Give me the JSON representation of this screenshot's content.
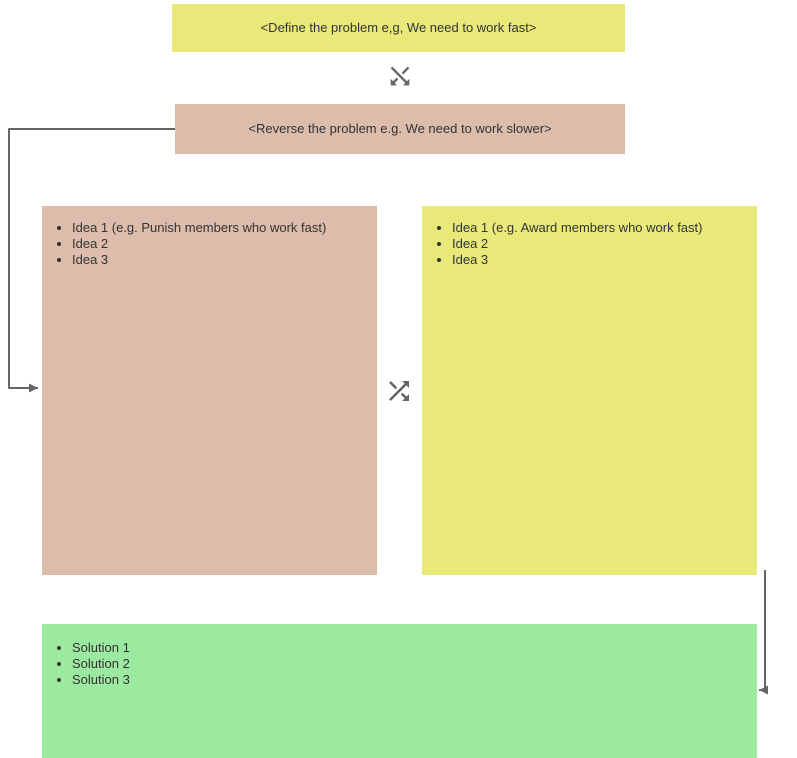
{
  "colors": {
    "yellow": "#e9e97a",
    "salmon": "#dcbcab",
    "green": "#9ce9a0",
    "arrow": "#666666",
    "text": "#333333"
  },
  "define_box": {
    "label": "<Define the problem e,g, We need to work fast>"
  },
  "reverse_box": {
    "label": "<Reverse the problem e.g. We need to work slower>"
  },
  "left_ideas": {
    "items": [
      "Idea 1 (e.g. Punish members who work fast)",
      "Idea 2",
      "Idea 3"
    ]
  },
  "right_ideas": {
    "items": [
      "Idea 1 (e.g. Award members who work fast)",
      "Idea 2",
      "Idea 3"
    ]
  },
  "solutions": {
    "items": [
      "Solution 1",
      "Solution 2",
      "Solution 3"
    ]
  },
  "icons": {
    "top_swap": "shuffle-vertical-icon",
    "middle_swap": "shuffle-horizontal-icon"
  }
}
